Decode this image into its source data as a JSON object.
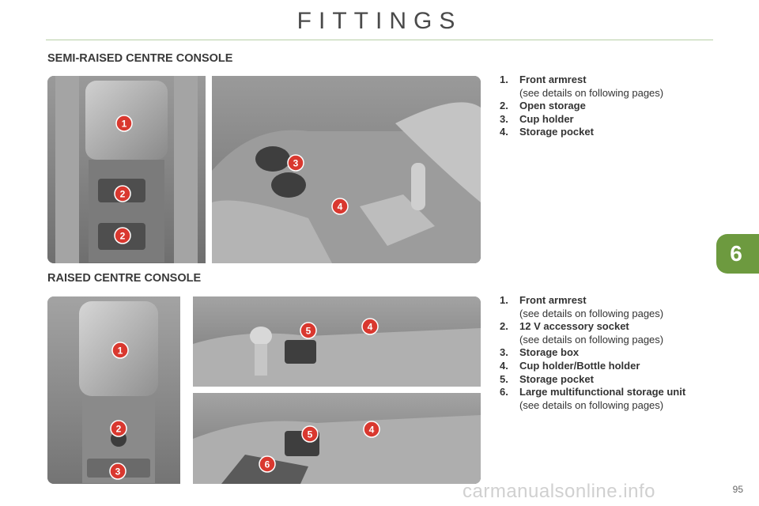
{
  "page": {
    "title": "FITTINGS",
    "chapter": "6",
    "page_number": "95",
    "watermark": "carmanualsonline.info"
  },
  "semi_raised": {
    "heading": "SEMI-RAISED CENTRE CONSOLE",
    "markers": [
      "1",
      "2",
      "2",
      "3",
      "4"
    ],
    "legend": [
      {
        "num": "1.",
        "label": "Front armrest",
        "note": "(see details on following pages)"
      },
      {
        "num": "2.",
        "label": "Open storage"
      },
      {
        "num": "3.",
        "label": "Cup holder"
      },
      {
        "num": "4.",
        "label": "Storage pocket"
      }
    ]
  },
  "raised": {
    "heading": "RAISED CENTRE CONSOLE",
    "markers": [
      "1",
      "2",
      "3",
      "5",
      "4",
      "5",
      "4",
      "6"
    ],
    "legend": [
      {
        "num": "1.",
        "label": "Front armrest",
        "note": "(see details on following pages)"
      },
      {
        "num": "2.",
        "label": "12 V accessory socket",
        "note": "(see details on following pages)"
      },
      {
        "num": "3.",
        "label": "Storage box"
      },
      {
        "num": "4.",
        "label": "Cup holder/Bottle holder"
      },
      {
        "num": "5.",
        "label": "Storage pocket"
      },
      {
        "num": "6.",
        "label": "Large multifunctional storage unit",
        "note": "(see details on following pages)"
      }
    ]
  },
  "colors": {
    "marker_fill": "#d9382f",
    "chapter_tab": "#6d9a3f",
    "rule": "#b7cfa6"
  }
}
